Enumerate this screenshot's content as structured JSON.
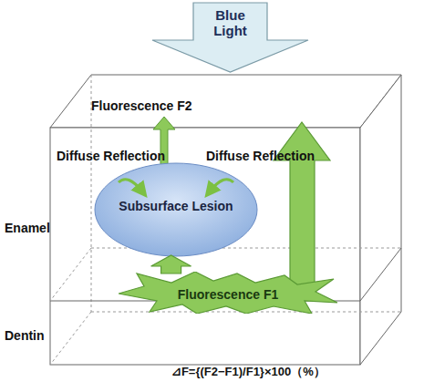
{
  "diagram": {
    "nodes": [
      {
        "text": [
          "Blue Light"
        ]
      },
      {
        "text": [
          "Subsurface Lesion"
        ]
      },
      {
        "text": [
          "Fluorescence F1"
        ]
      }
    ],
    "edges": [
      {
        "from": 2,
        "to": 1,
        "arrow": "to"
      }
    ],
    "labels": [
      "Fluorescence F2",
      "Diffuse Reflection",
      "Diffuse Reflection",
      "Enamel",
      "Dentin",
      "⊿F={(F2−F1)/F1}×100（%）"
    ]
  }
}
